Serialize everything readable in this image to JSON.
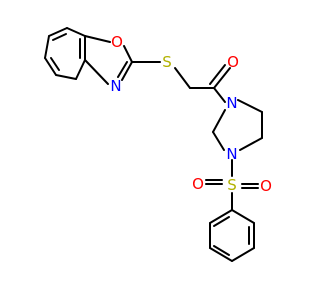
{
  "molecule": {
    "colors": {
      "carbon_bond": "#000000",
      "oxygen": "#ff0000",
      "nitrogen": "#0000ff",
      "sulfur": "#b2b200"
    },
    "atoms": {
      "O_ring": "O",
      "N_ring": "N",
      "S_thio": "S",
      "O_carbonyl": "O",
      "N_1": "N",
      "N_2": "N",
      "S_sulfonyl": "S",
      "O_sulf_left": "O",
      "O_sulf_right": "O"
    }
  }
}
